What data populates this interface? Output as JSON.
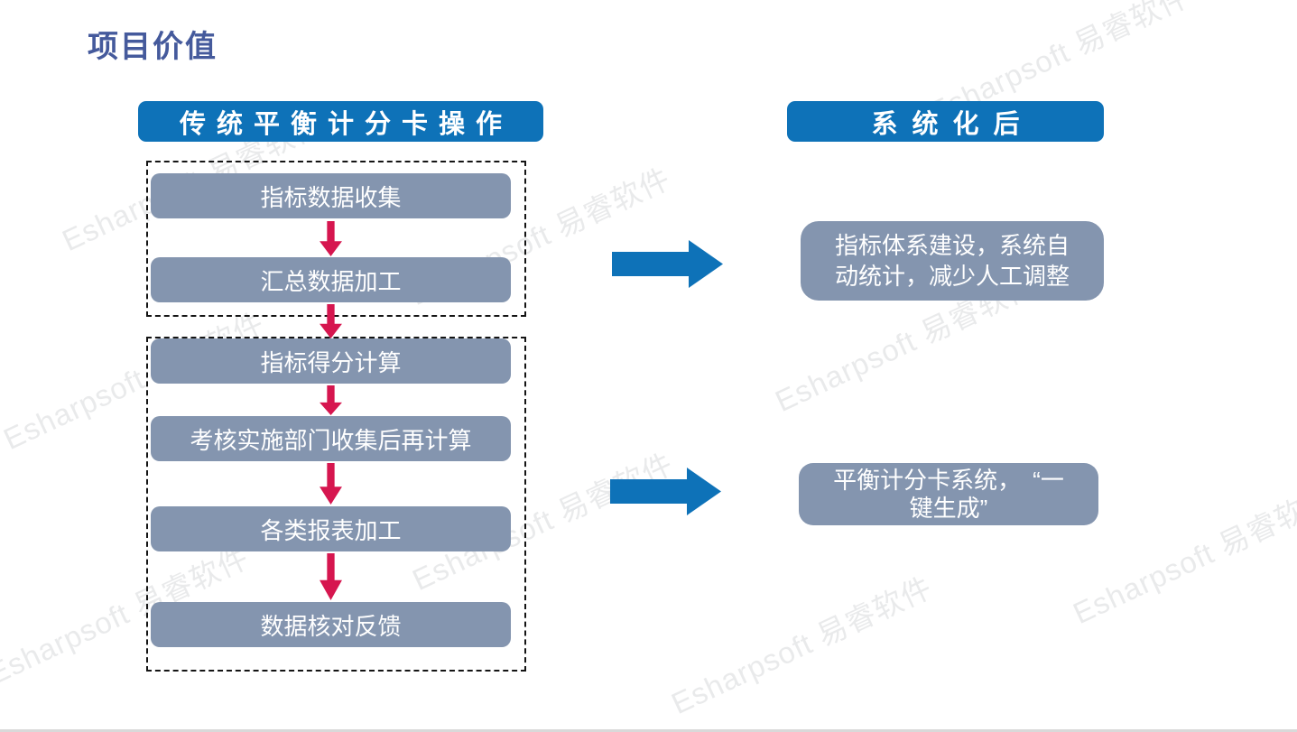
{
  "page": {
    "title": "项目价值"
  },
  "watermark": {
    "text": "Esharpsoft 易睿软件"
  },
  "left_panel": {
    "header": "传统平衡计分卡操作",
    "steps": [
      "指标数据收集",
      "汇总数据加工",
      "指标得分计算",
      "考核实施部门收集后再计算",
      "各类报表加工",
      "数据核对反馈"
    ]
  },
  "right_panel": {
    "header": "系统化后",
    "results": [
      {
        "lines": [
          "指标体系建设，系统自",
          "动统计，减少人工调整"
        ]
      },
      {
        "lines": [
          "平衡计分卡系统，　“一",
          "键生成”"
        ]
      }
    ]
  },
  "colors": {
    "accent_blue": "#0E72B8",
    "box_gray": "#8495AF",
    "arrow_red": "#D6164F",
    "title_blue": "#455A9C"
  }
}
